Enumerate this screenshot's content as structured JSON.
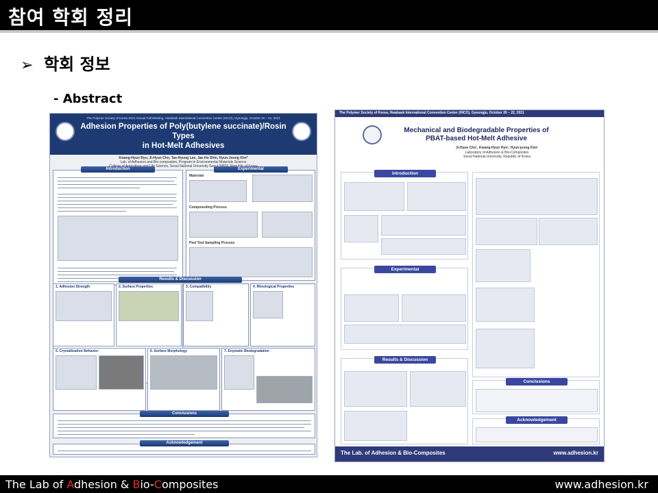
{
  "slide": {
    "title": "참여 학회 정리",
    "section_heading": "학회 정보",
    "subheading": "- Abstract"
  },
  "poster_left": {
    "conference": "The Polymer Society of Korea 2021 Annual Fall Meeting, Hwabaek International Convention Center (HICO), Gyeongju, October 20 – 22, 2021",
    "title_line1": "Adhesion Properties of Poly(butylene succinate)/Rosin Types",
    "title_line2": "in Hot-Melt Adhesives",
    "authors": "Kwang-Hyun Ryu, Ji-Hyun Cho, Tae-Hyung Lee, Jae-Ho Shin, Hyun-Joong Kim*",
    "lab": "Lab. of Adhesion and Bio-composites, Program in Environmental Materials Science",
    "affiliation": "College of Agriculture and Life Science, Seoul National University Seoul 08826, Republic of Korea",
    "headers": {
      "introduction": "Introduction",
      "experimental": "Experimental",
      "results": "Results & Discussion",
      "conclusions": "Conclusions",
      "acknowledgement": "Acknowledgement"
    },
    "exp_items": [
      "Materials",
      "Compounding Process",
      "Peel Test Sampling Process"
    ],
    "results_items": [
      "1. Adhesion Strength",
      "2. Surface Properties",
      "3. Compatibility",
      "4. Rheological Properties",
      "5. Crystallization Behavior",
      "6. Surface Morphology",
      "7. Enymatic Biodegradation"
    ]
  },
  "poster_right": {
    "conference": "The Polymer Society of Korea, Hwabaek International Convention Center (HICO), Gyeongju, October 20 – 22, 2021",
    "title_line1": "Mechanical and Biodegradable Properties of",
    "title_line2": "PBAT-based Hot-Melt Adhesive",
    "authors": "Ji-Hyun Cho¹, Kwang-Hyun Ryu², Hyun-joong Kim²",
    "lab": "Laboratory of Adhesion & Bio-Composites",
    "affiliation": "Seoul National University, Republic of Korea",
    "headers": {
      "introduction": "Introduction",
      "experimental": "Experimental",
      "results": "Results & Discussion",
      "conclusions": "Conclusions",
      "acknowledgement": "Acknowledgement"
    },
    "footer_lab": "The Lab. of Adhesion & Bio-Composites",
    "footer_url": "www.adhesion.kr"
  },
  "footer": {
    "lab_parts": [
      "The Lab of ",
      "A",
      "dhesion & ",
      "B",
      "io-",
      "C",
      "omposites"
    ],
    "url": "www.adhesion.kr"
  },
  "colors": {
    "title_bar": "#000000",
    "poster_left_band": "#1d3a73",
    "poster_right_band": "#2f3a7a",
    "footer_highlight": "#e03030"
  }
}
